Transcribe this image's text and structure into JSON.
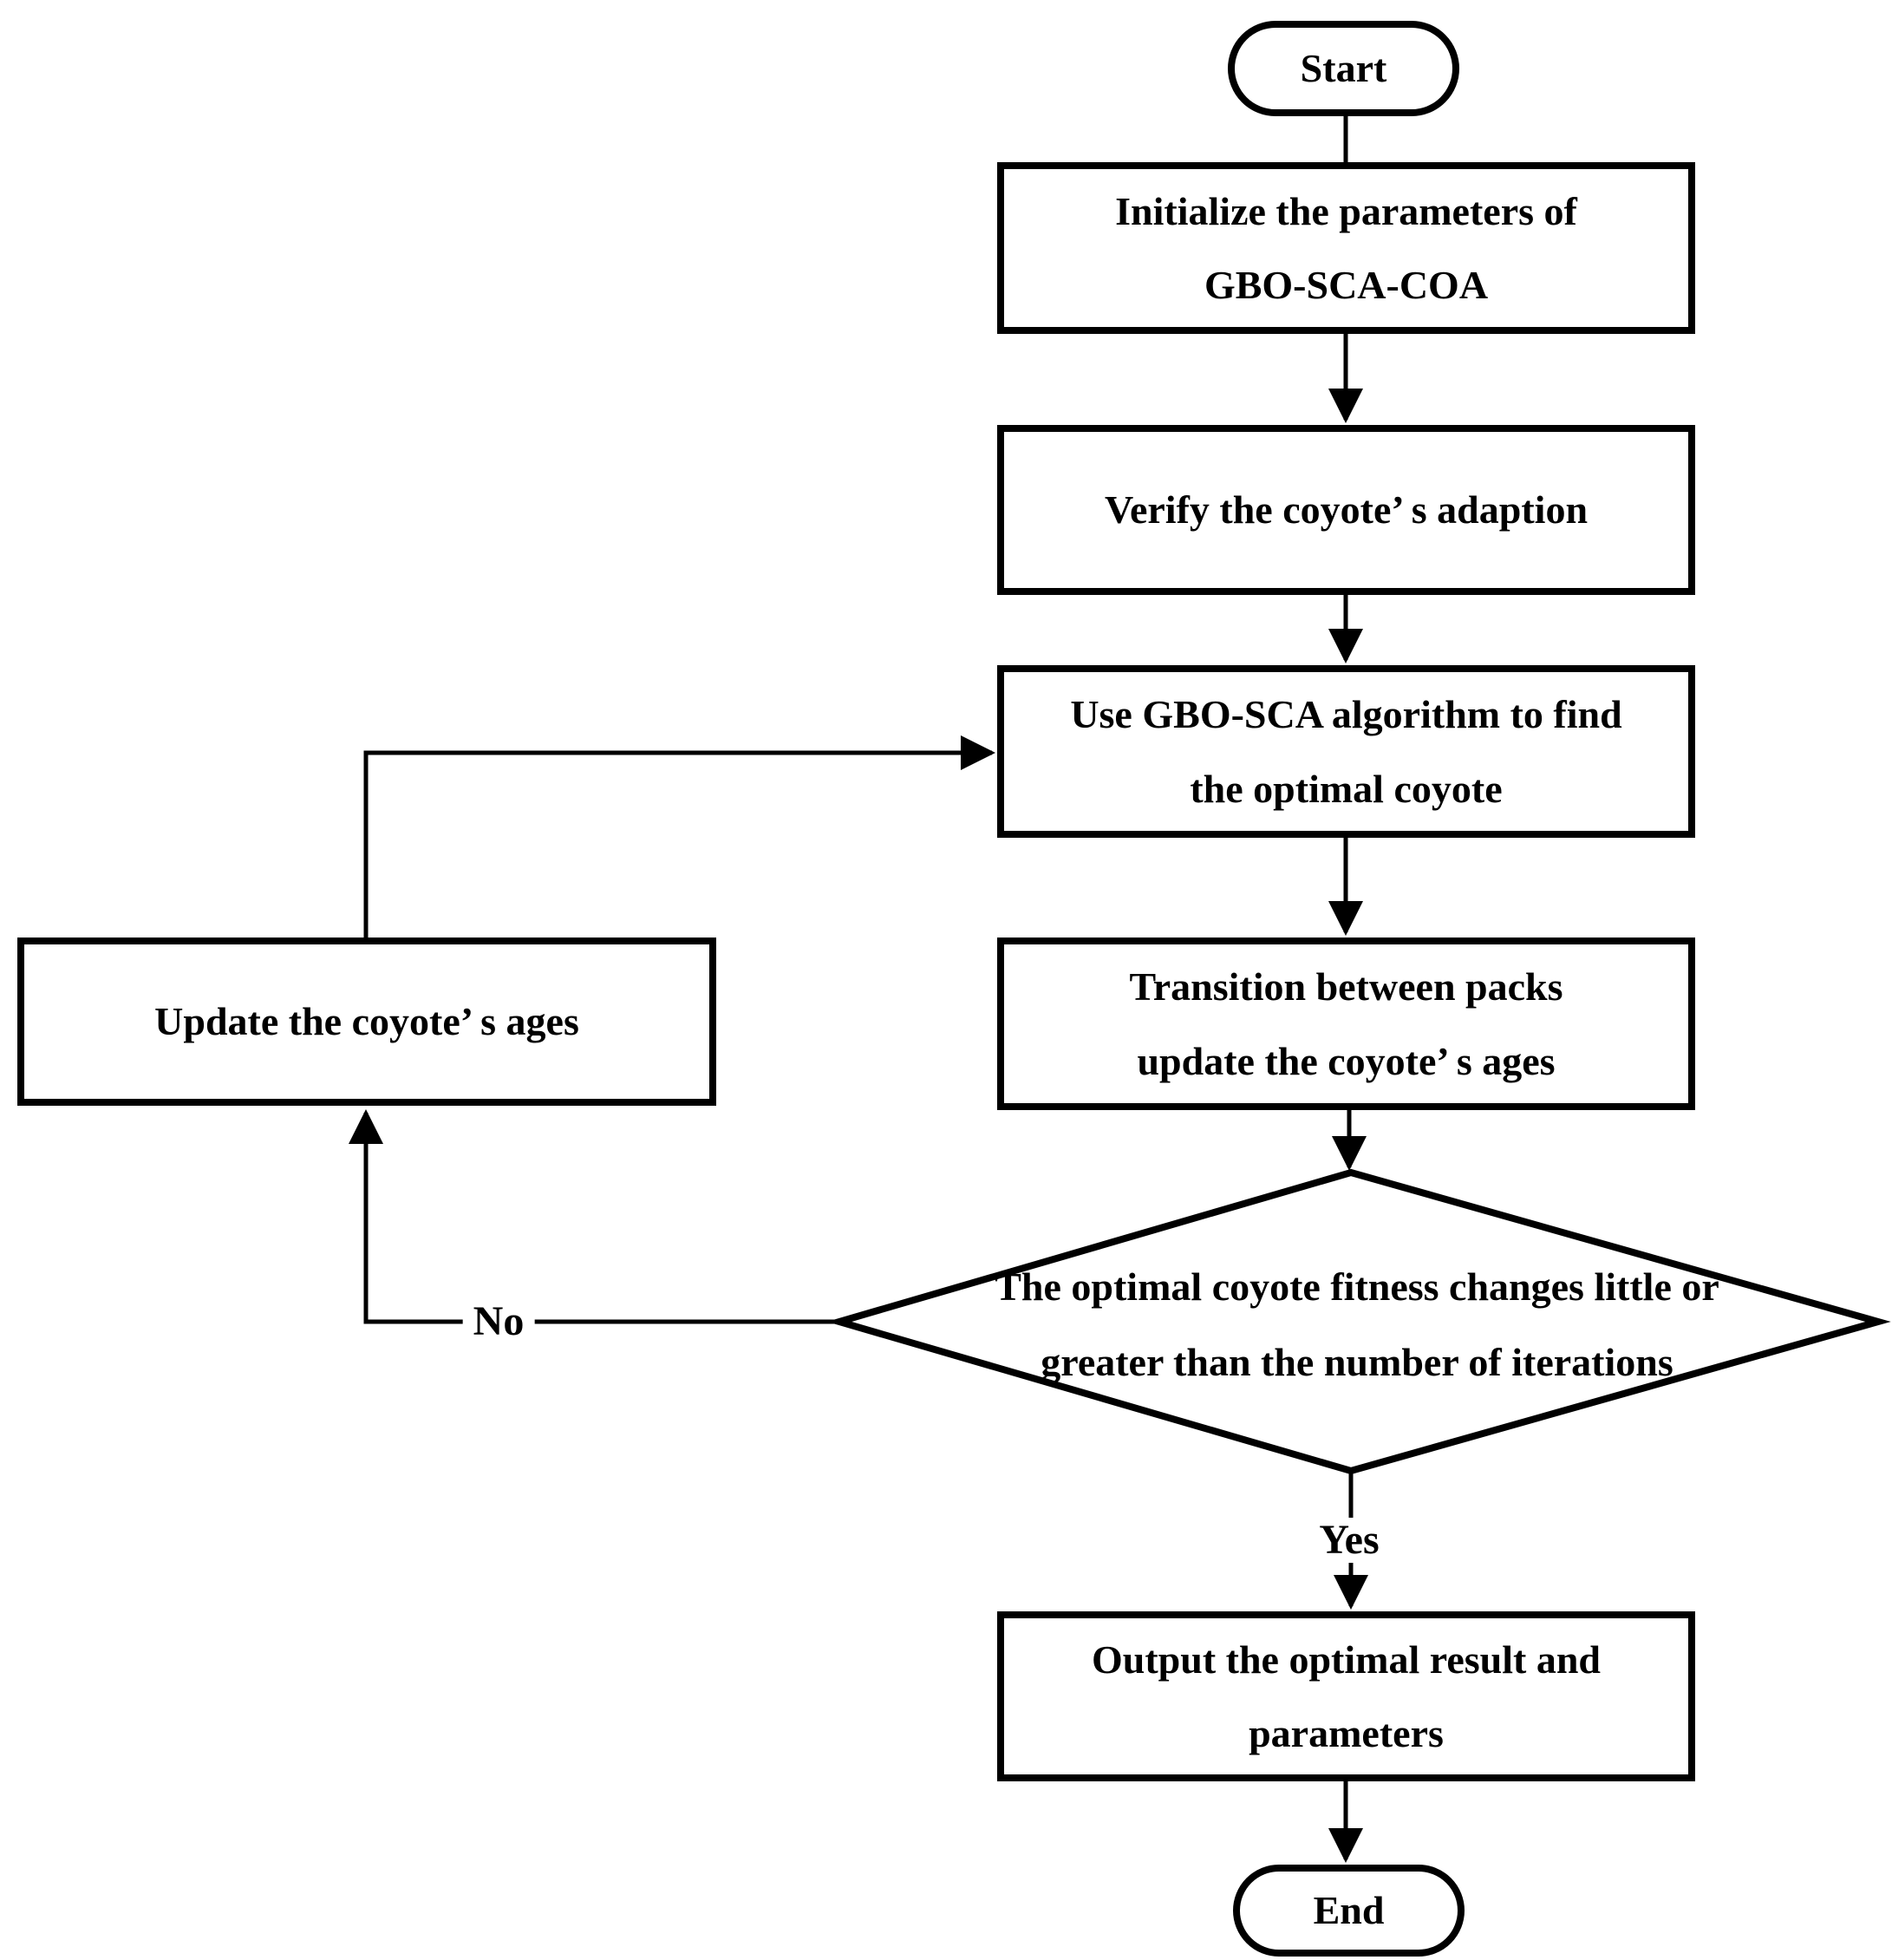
{
  "flowchart": {
    "nodes": {
      "start": {
        "label": "Start"
      },
      "init": {
        "lines": [
          "Initialize the parameters of",
          "GBO-SCA-COA"
        ]
      },
      "verify": {
        "label": "Verify the coyote’ s adaption"
      },
      "gbo_sca": {
        "lines": [
          "Use GBO-SCA algorithm to find",
          "the optimal coyote"
        ]
      },
      "transition": {
        "lines": [
          "Transition between packs",
          "update the coyote’ s ages"
        ]
      },
      "decision": {
        "lines": [
          "The optimal coyote fitness changes little or",
          "greater than the number of iterations"
        ]
      },
      "update_ages": {
        "label": "Update the coyote’ s ages"
      },
      "output": {
        "lines": [
          "Output the optimal result and",
          "parameters"
        ]
      },
      "end": {
        "label": "End"
      }
    },
    "edges": {
      "no_label": "No",
      "yes_label": "Yes"
    },
    "colors": {
      "line": "#000000",
      "node_fill": "#ffffff",
      "background": "#ffffff"
    }
  }
}
